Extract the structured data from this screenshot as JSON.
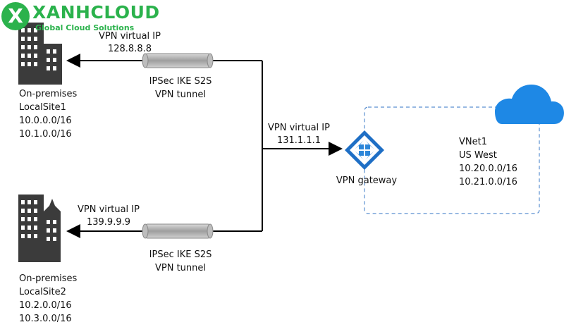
{
  "logo": {
    "mark": "X",
    "name": "XANHCLOUD",
    "tagline": "Global Cloud Solutions",
    "color": "#2bb24c"
  },
  "site1": {
    "lines": [
      "On-premises",
      "LocalSite1",
      "10.0.0.0/16",
      "10.1.0.0/16"
    ],
    "vip_label": "VPN virtual IP",
    "vip": "128.8.8.8",
    "tunnel": [
      "IPSec IKE S2S",
      "VPN tunnel"
    ]
  },
  "site2": {
    "lines": [
      "On-premises",
      "LocalSite2",
      "10.2.0.0/16",
      "10.3.0.0/16"
    ],
    "vip_label": "VPN virtual IP",
    "vip": "139.9.9.9",
    "tunnel": [
      "IPSec IKE S2S",
      "VPN tunnel"
    ]
  },
  "gateway": {
    "vip_label": "VPN virtual IP",
    "vip": "131.1.1.1",
    "label": "VPN gateway",
    "color": "#1f6fc5"
  },
  "vnet": {
    "lines": [
      "VNet1",
      "US West",
      "10.20.0.0/16",
      "10.21.0.0/16"
    ],
    "border_color": "#5b8fd0",
    "cloud_color": "#1e88e5"
  },
  "colors": {
    "building": "#3b3b3b",
    "line": "#000000",
    "tunnel": "#a6a6a6"
  }
}
